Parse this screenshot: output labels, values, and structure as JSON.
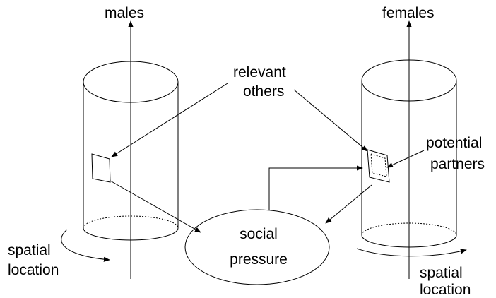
{
  "labels": {
    "males": "males",
    "females": "females",
    "relevant_others_line1": "relevant",
    "relevant_others_line2": "others",
    "potential_partners_line1": "potential",
    "potential_partners_line2": "partners",
    "social_pressure_line1": "social",
    "social_pressure_line2": "pressure",
    "spatial_location_left_line1": "spatial",
    "spatial_location_left_line2": "location",
    "spatial_location_right_line1": "spatial",
    "spatial_location_right_line2": "location"
  }
}
